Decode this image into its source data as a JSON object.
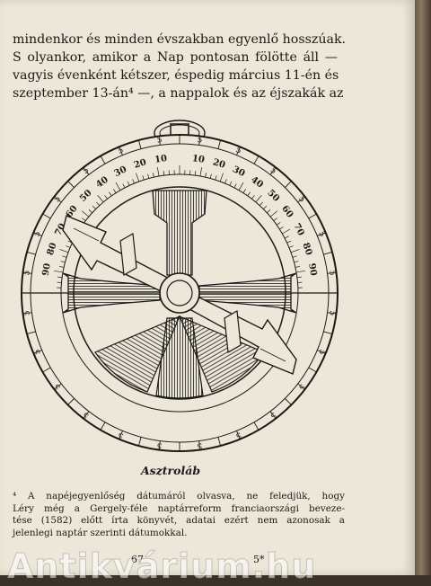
{
  "body_text": {
    "lines": [
      "mindenkor és minden évszakban egyenlő hosszúak.",
      "S olyankor, amikor a Nap pontosan fölötte áll —",
      "vagyis évenként kétszer, éspedig március 11-én és",
      "szeptember 13-án⁴ —, a nappalok és az éjszakák az"
    ]
  },
  "figure": {
    "degree_labels_right": [
      "10",
      "20",
      "30",
      "40",
      "50",
      "60",
      "70",
      "80",
      "90"
    ],
    "degree_labels_left": [
      "90",
      "80",
      "70",
      "60",
      "50",
      "40",
      "30",
      "20",
      "10"
    ],
    "fives": [
      "5",
      "5",
      "5",
      "5",
      "5",
      "5",
      "5",
      "5",
      "5",
      "5",
      "5",
      "5",
      "5",
      "5",
      "5",
      "5",
      "5",
      "5",
      "5",
      "5",
      "5",
      "5",
      "5",
      "5"
    ]
  },
  "caption": "Asztroláb",
  "footnote": {
    "lines": [
      "⁴ A napéjegyenlőség dátumáról olvasva, ne feledjük, hogy",
      "Léry még a Gergely-féle naptárreform franciaországi beveze-",
      "tése (1582) előtt írta könyvét, adatai ezért nem azonosak a",
      "jelenlegi naptár szerinti dátumokkal."
    ]
  },
  "page_number": "67",
  "signature": "5*",
  "watermark": "Antikvárium.hu"
}
